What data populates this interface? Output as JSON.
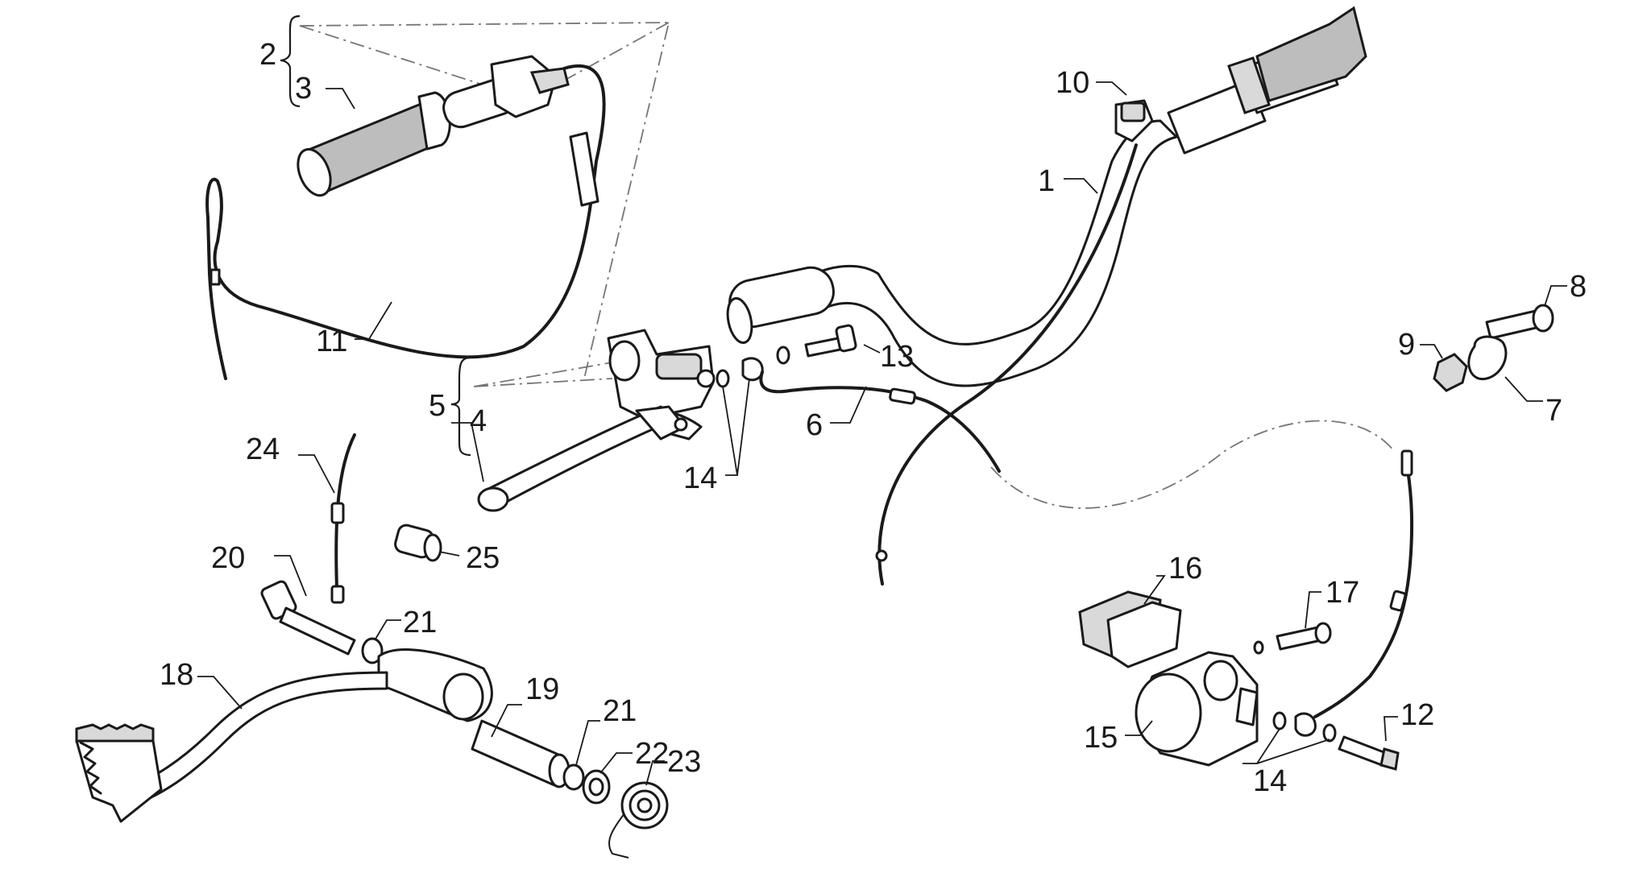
{
  "callouts": {
    "n1": "1",
    "n2": "2",
    "n3": "3",
    "n4": "4",
    "n5": "5",
    "n6": "6",
    "n7": "7",
    "n8": "8",
    "n9": "9",
    "n10": "10",
    "n11": "11",
    "n12": "12",
    "n13": "13",
    "n14a": "14",
    "n14b": "14",
    "n15": "15",
    "n16": "16",
    "n17": "17",
    "n18": "18",
    "n19": "19",
    "n20": "20",
    "n21a": "21",
    "n21b": "21",
    "n22": "22",
    "n23": "23",
    "n24": "24",
    "n25": "25"
  }
}
